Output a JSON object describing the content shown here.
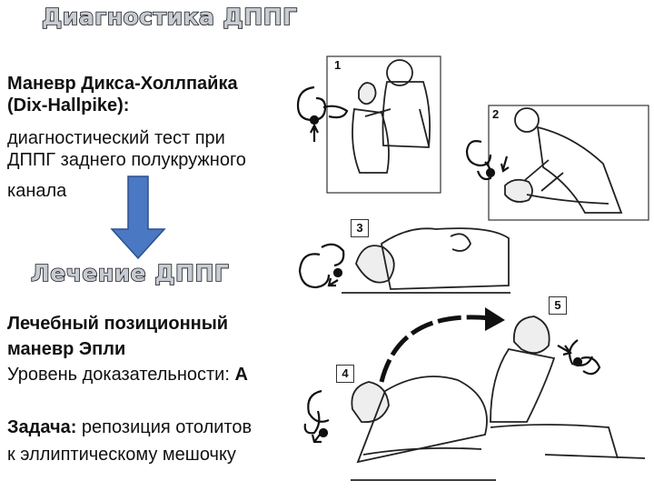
{
  "diagnosis": {
    "title": "Диагностика ДППГ",
    "maneuver_name": "Маневр Дикса-Холлпайка",
    "maneuver_name_en": "(Dix-Hallpike):",
    "description_line1": "диагностический тест при",
    "description_line2": "ДППГ заднего полукружного",
    "description_line3": "канала"
  },
  "treatment": {
    "title": "Лечение ДППГ",
    "maneuver_line1": "Лечебный позиционный",
    "maneuver_line2": "маневр Эпли",
    "evidence_prefix": "Уровень доказательности: ",
    "evidence_level": "A",
    "task_label": "Задача:",
    "task_text_line1": " репозиция отолитов",
    "task_text_line2": "к эллиптическому мешочку"
  },
  "illustration": {
    "panel_labels": [
      "1",
      "2",
      "3",
      "4",
      "5"
    ]
  },
  "colors": {
    "arrow_fill": "#4a78c2",
    "arrow_stroke": "#2c4f8f",
    "heading_fill": "#c7ccd4"
  }
}
